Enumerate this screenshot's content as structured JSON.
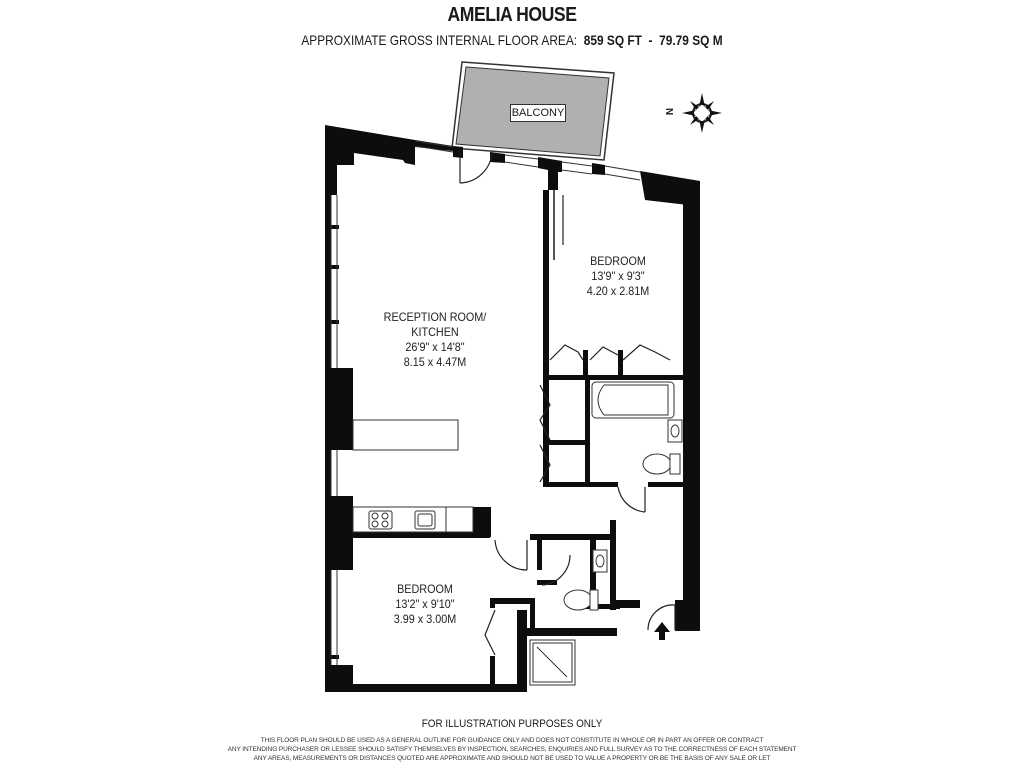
{
  "header": {
    "title": "AMELIA HOUSE",
    "area_label": "APPROXIMATE GROSS INTERNAL FLOOR AREA:",
    "area_sqft": "859 SQ FT",
    "separator": "-",
    "area_sqm": "79.79 SQ M"
  },
  "compass": {
    "north_label": "N",
    "icon": "compass-rose-icon"
  },
  "rooms": [
    {
      "name": "BALCONY"
    },
    {
      "name": "BEDROOM",
      "imperial": "13'9\" x 9'3\"",
      "metric": "4.20 x 2.81M"
    },
    {
      "name": "RECEPTION ROOM/",
      "name2": "KITCHEN",
      "imperial": "26'9\" x 14'8\"",
      "metric": "8.15 x 4.47M"
    },
    {
      "name": "BEDROOM",
      "imperial": "13'2\" x 9'10\"",
      "metric": "3.99 x 3.00M"
    }
  ],
  "footer": {
    "notice": "FOR ILLUSTRATION PURPOSES ONLY",
    "disclaimer": [
      "THIS FLOOR PLAN SHOULD BE USED AS A GENERAL OUTLINE FOR GUIDANCE ONLY AND DOES NOT CONSTITUTE IN WHOLE OR IN PART AN OFFER OR CONTRACT",
      "ANY INTENDING PURCHASER OR LESSEE SHOULD SATISFY THEMSELVES BY INSPECTION, SEARCHES, ENQUIRIES AND FULL SURVEY AS TO THE CORRECTNESS OF EACH STATEMENT",
      "ANY AREAS, MEASUREMENTS OR DISTANCES QUOTED ARE APPROXIMATE AND SHOULD NOT BE USED TO VALUE A PROPERTY OR BE THE BASIS OF ANY SALE OR LET"
    ]
  },
  "colors": {
    "wall": "#0d0d0d",
    "balcony_fill": "#b0b0b0",
    "background": "#ffffff"
  }
}
